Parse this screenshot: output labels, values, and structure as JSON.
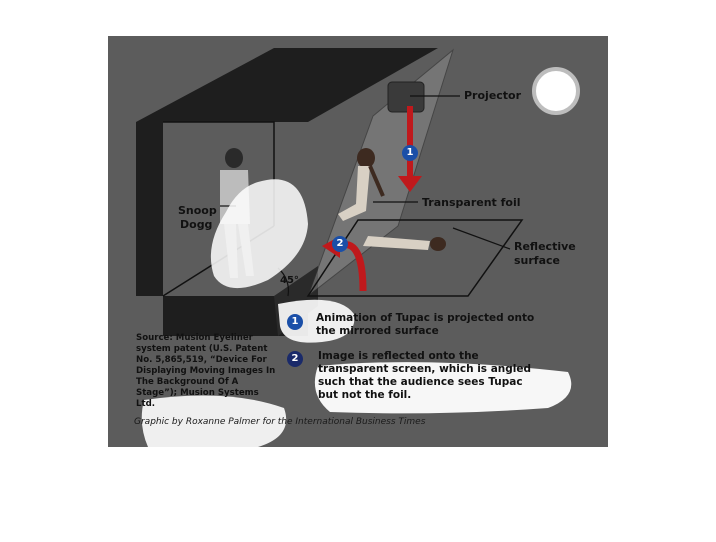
{
  "labels": {
    "projector": "Projector",
    "transparent_foil": "Transparent foil",
    "reflective_line1": "Reflective",
    "reflective_line2": "surface",
    "snoop_line1": "Snoop",
    "snoop_line2": "Dogg",
    "angle": "45°"
  },
  "steps": [
    {
      "number": "1",
      "text": "Animation of Tupac is projected onto the mirrored surface"
    },
    {
      "number": "2",
      "text": "Image is reflected onto the transparent screen, which is angled such that the audience sees Tupac but not the foil."
    }
  ],
  "source": "Source: Musion Eyeliner system patent (U.S. Patent No. 5,865,519, “Device For Displaying Moving Images In The Background Of A Stage”); Musion Systems Ltd.",
  "credit": "Graphic by Roxanne Palmer for the International Business Times",
  "colors": {
    "background": "#5c5c5c",
    "stage_dark": "#1e1e1e",
    "arrow_red": "#c0191c",
    "badge_blue": "#1a4fa8"
  }
}
